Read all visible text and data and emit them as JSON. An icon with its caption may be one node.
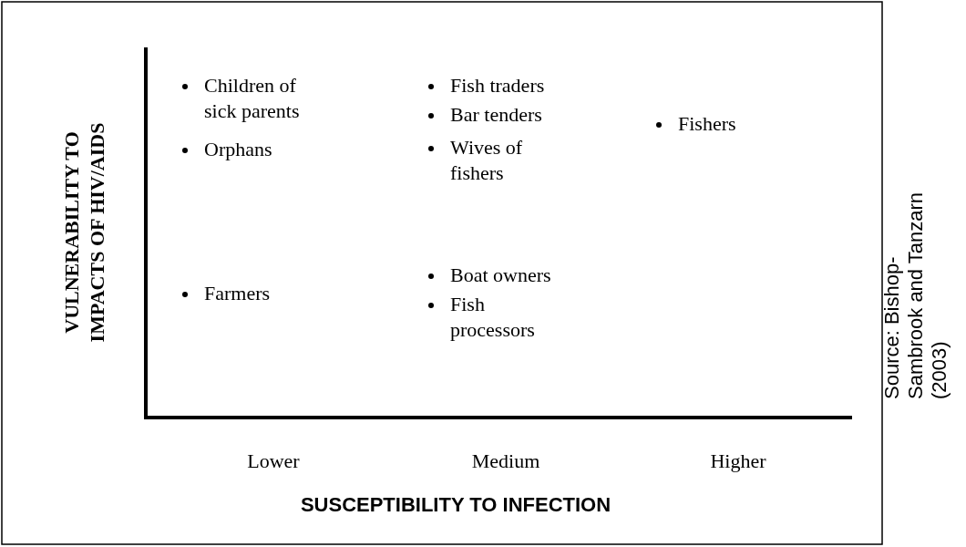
{
  "diagram": {
    "labels": [
      "VULNERABILITY TO IMPACTS OF HIV/AIDS",
      "Children of sick parents",
      "Fish traders",
      "Bar tenders",
      "Fishers",
      "Orphans",
      "Wives of fishers",
      "Farmers",
      "Boat owners",
      "Fish processors",
      "Lower",
      "Medium",
      "Higher",
      "SUSCEPTIBILITY TO INFECTION",
      "Source: Bishop-Sambrook and Tanzarn (2003)"
    ]
  }
}
